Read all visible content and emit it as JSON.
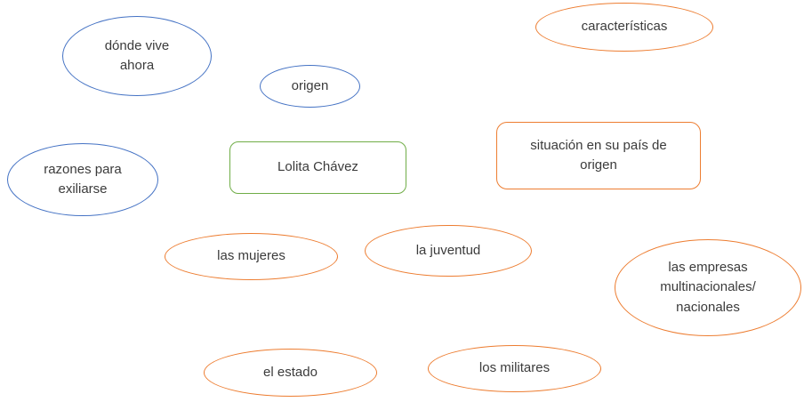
{
  "diagram": {
    "type": "mind-map",
    "center_topic": "Lolita Chávez",
    "colors": {
      "blue_stroke": "#4472C4",
      "orange_stroke": "#ED7D31",
      "green_stroke": "#70AD47",
      "text": "#3b3b3b",
      "background": "#ffffff"
    }
  },
  "nodes": [
    {
      "id": "donde-vive-ahora",
      "label": "dónde vive\nahora",
      "shape": "ellipse",
      "color": "blue"
    },
    {
      "id": "origen",
      "label": "origen",
      "shape": "ellipse",
      "color": "blue"
    },
    {
      "id": "caracteristicas",
      "label": "características",
      "shape": "ellipse",
      "color": "orange"
    },
    {
      "id": "razones-para-exiliarse",
      "label": "razones para\nexiliarse",
      "shape": "ellipse",
      "color": "blue"
    },
    {
      "id": "lolita-chavez",
      "label": "Lolita Chávez",
      "shape": "rounded-rect",
      "color": "green"
    },
    {
      "id": "situacion-pais-origen",
      "label": "situación en su país de\norigen",
      "shape": "rounded-rect",
      "color": "orange"
    },
    {
      "id": "las-mujeres",
      "label": "las mujeres",
      "shape": "ellipse",
      "color": "orange"
    },
    {
      "id": "la-juventud",
      "label": "la juventud",
      "shape": "ellipse",
      "color": "orange"
    },
    {
      "id": "las-empresas",
      "label": "las empresas\nmultinacionales/\nnacionales",
      "shape": "ellipse",
      "color": "orange"
    },
    {
      "id": "el-estado",
      "label": "el estado",
      "shape": "ellipse",
      "color": "orange"
    },
    {
      "id": "los-militares",
      "label": "los militares",
      "shape": "ellipse",
      "color": "orange"
    }
  ]
}
